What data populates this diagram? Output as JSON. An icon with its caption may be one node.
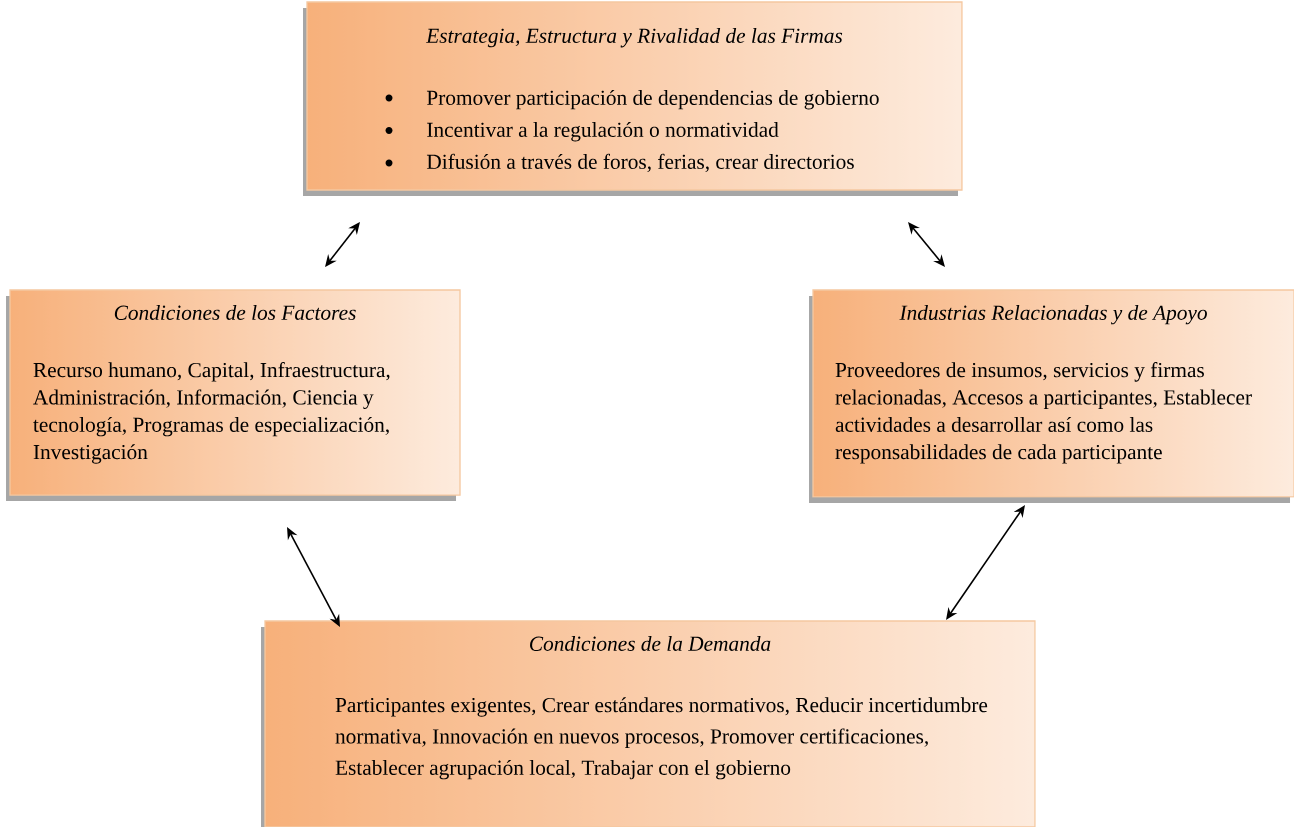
{
  "diagram": {
    "nodes": [
      {
        "text": [
          "Estrategia, Estructura y Rivalidad de las Firmas",
          "Promover participación de dependencias de gobierno",
          "Incentivar a la regulación o normatividad",
          "Difusión a través de foros, ferias, crear directorios"
        ]
      },
      {
        "text": [
          "Condiciones de los Factores",
          "Recurso humano, Capital, Infraestructura, Administración, Información, Ciencia y tecnología, Programas de especialización, Investigación"
        ]
      },
      {
        "text": [
          "Industrias Relacionadas y de Apoyo",
          "Proveedores de insumos, servicios y firmas relacionadas, Accesos a participantes, Establecer actividades a desarrollar así como las responsabilidades de cada participante"
        ]
      },
      {
        "text": [
          "Condiciones de la Demanda",
          "Participantes exigentes, Crear estándares normativos, Reducir incertidumbre normativa, Innovación en nuevos procesos, Promover certificaciones, Establecer agrupación local, Trabajar con el gobierno"
        ]
      }
    ],
    "edges": [
      {
        "from": 0,
        "to": 1,
        "arrow": "both"
      },
      {
        "from": 0,
        "to": 2,
        "arrow": "both"
      },
      {
        "from": 1,
        "to": 3,
        "arrow": "both"
      },
      {
        "from": 2,
        "to": 3,
        "arrow": "both"
      }
    ]
  }
}
